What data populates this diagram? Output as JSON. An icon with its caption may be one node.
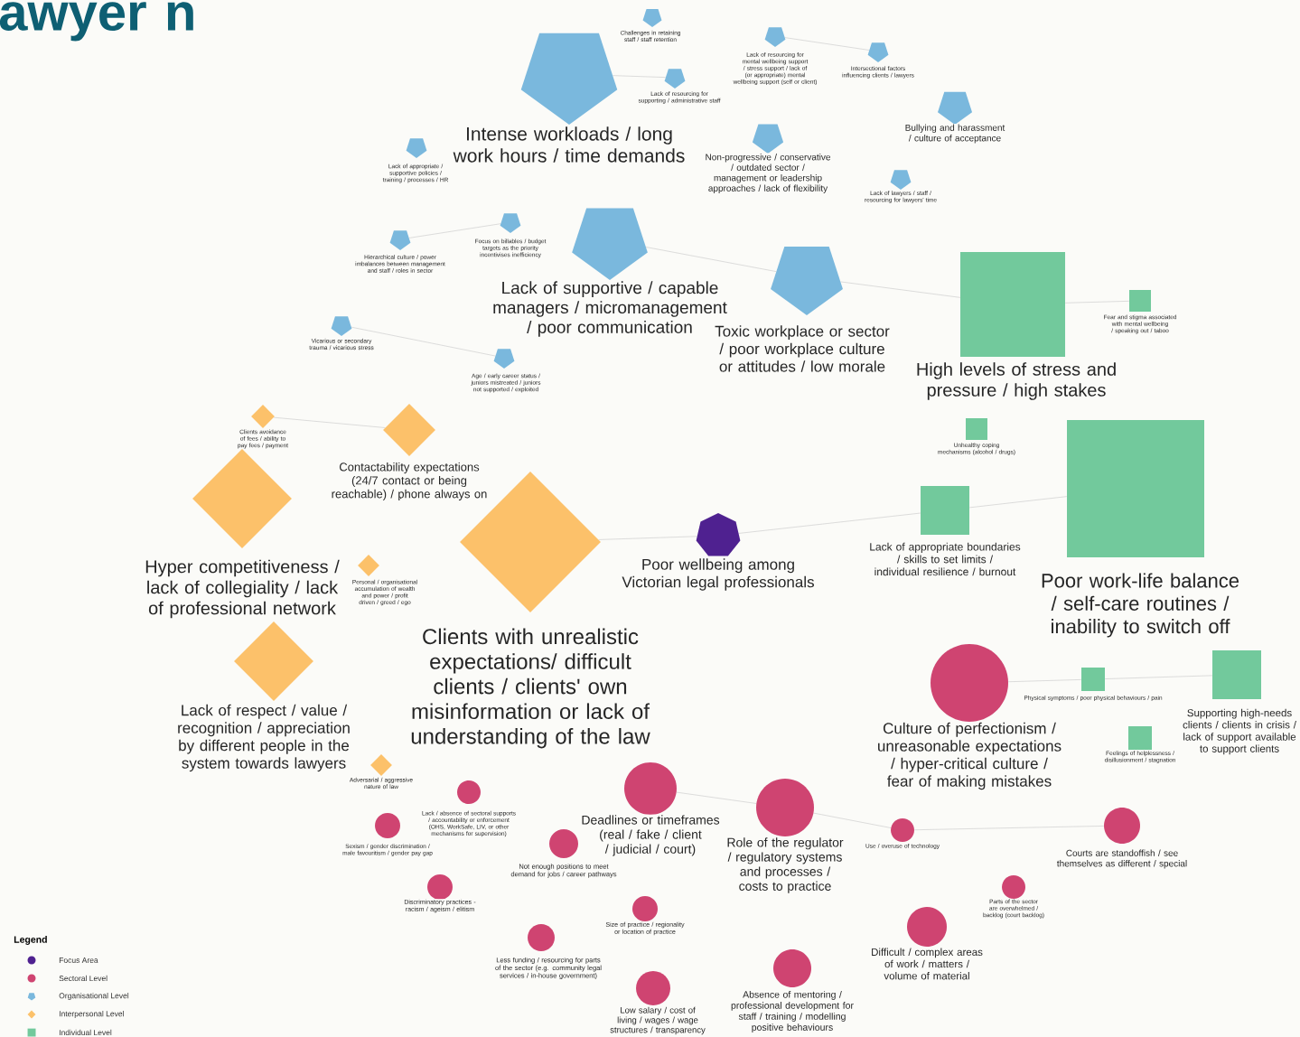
{
  "diagram": {
    "title": "awyer n",
    "nodes": [
      {
        "text": [
          "Challenges in retaining staff / staff retention"
        ]
      },
      {
        "text": [
          "Intense workloads / long work hours / time demands"
        ]
      },
      {
        "text": [
          "Lack of resourcing for supporting / administrative staff"
        ]
      },
      {
        "text": [
          "Lack of resourcing for mental wellbeing support / stress support / lack of (or appropriate) mental wellbeing support (self or client)"
        ]
      },
      {
        "text": [
          "Intersectional factors influencing clients / lawyers"
        ]
      },
      {
        "text": [
          "Bullying and harassment / culture of acceptance"
        ]
      },
      {
        "text": [
          "Lack of appropriate / supportive policies / training / processes / HR"
        ]
      },
      {
        "text": [
          "Non-progressive / conservative / outdated sector / management or leadership approaches / lack of flexibility"
        ]
      },
      {
        "text": [
          "Lack of lawyers / staff / resourcing for lawyers' time"
        ]
      },
      {
        "text": [
          "Focus on billables / budget targets as the priority incentivises inefficiency"
        ]
      },
      {
        "text": [
          "Hierarchical culture / power imbalances between management and staff / roles in sector"
        ]
      },
      {
        "text": [
          "Lack of supportive / capable managers / micromanagement / poor communication"
        ]
      },
      {
        "text": [
          "Toxic workplace or sector / poor workplace culture or attitudes / low morale"
        ]
      },
      {
        "text": [
          "Vicarious or secondary trauma / vicarious stress"
        ]
      },
      {
        "text": [
          "Age / early career status / juniors mistreated / juniors not supported / exploited"
        ]
      },
      {
        "text": [
          "High levels of stress and pressure / high stakes"
        ]
      },
      {
        "text": [
          "Fear and stigma associated with mental wellbeing / speaking out / taboo"
        ]
      },
      {
        "text": [
          "Unhealthy coping mechanisms (alcohol / drugs)"
        ]
      },
      {
        "text": [
          "Lack of appropriate boundaries / skills to set limits / individual resilience / burnout"
        ]
      },
      {
        "text": [
          "Poor work-life balance / self-care routines / inability to switch off"
        ]
      },
      {
        "text": [
          "Physical symptoms / poor physical behaviours / pain"
        ]
      },
      {
        "text": [
          "Supporting high-needs clients / clients in crisis / lack of support available to support clients"
        ]
      },
      {
        "text": [
          "Feelings of helplessness / disillusionment / stagnation"
        ]
      },
      {
        "text": [
          "Clients avoidance of fees / ability to pay fees / payment"
        ]
      },
      {
        "text": [
          "Contactability expectations (24/7 contact or being reachable) / phone always on"
        ]
      },
      {
        "text": [
          "Hyper competitiveness / lack of collegiality / lack of professional network"
        ]
      },
      {
        "text": [
          "Clients with unrealistic expectations/ difficult clients / clients' own misinformation or lack of understanding of the law"
        ]
      },
      {
        "text": [
          "Personal / organisational accumulation of wealth and power / profit driven / greed / ego"
        ]
      },
      {
        "text": [
          "Lack of respect / value / recognition / appreciation by different people in the system towards lawyers"
        ]
      },
      {
        "text": [
          "Adversarial / aggressive nature of law"
        ]
      },
      {
        "text": [
          "Poor wellbeing among Victorian legal professionals"
        ]
      },
      {
        "text": [
          "Culture of perfectionism / unreasonable expectations / hyper-critical culture / fear of making mistakes"
        ]
      },
      {
        "text": [
          "Lack / absence of sectoral supports / accountability or enforcement (OHS, WorkSafe, LIV, or other mechanisms for supervision)"
        ]
      },
      {
        "text": [
          "Deadlines or timeframes (real / fake / client / judicial / court)"
        ]
      },
      {
        "text": [
          "Role of the regulator / regulatory systems and processes / costs to practice"
        ]
      },
      {
        "text": [
          "Sexism / gender discrimination / male favouritism / gender pay gap"
        ]
      },
      {
        "text": [
          "Not enough positions to meet demand for jobs / career pathways"
        ]
      },
      {
        "text": [
          "Use / overuse of technology"
        ]
      },
      {
        "text": [
          "Courts are standoffish / see themselves as different / special"
        ]
      },
      {
        "text": [
          "Discriminatory practices - racism / ageism / elitism"
        ]
      },
      {
        "text": [
          "Parts of the sector are overwhelmed / backlog (court backlog)"
        ]
      },
      {
        "text": [
          "Size of practice / regionality or location of practice"
        ]
      },
      {
        "text": [
          "Difficult / complex areas of work / matters / volume of material"
        ]
      },
      {
        "text": [
          "Less funding / resourcing for parts of the sector (e.g. community legal services / in-house government)"
        ]
      },
      {
        "text": [
          "Absence of mentoring / professional development for staff / training / modelling positive behaviours"
        ]
      },
      {
        "text": [
          "Low salary / cost of living / wages / wage structures / transparency"
        ]
      }
    ],
    "edges": [
      {
        "from": 1,
        "to": 2,
        "arrow": "none"
      },
      {
        "from": 3,
        "to": 4,
        "arrow": "none"
      },
      {
        "from": 10,
        "to": 9,
        "arrow": "none"
      },
      {
        "from": 11,
        "to": 12,
        "arrow": "none"
      },
      {
        "from": 12,
        "to": 15,
        "arrow": "none"
      },
      {
        "from": 13,
        "to": 14,
        "arrow": "none"
      },
      {
        "from": 15,
        "to": 16,
        "arrow": "none"
      },
      {
        "from": 23,
        "to": 24,
        "arrow": "none"
      },
      {
        "from": 30,
        "to": 26,
        "arrow": "none"
      },
      {
        "from": 30,
        "to": 18,
        "arrow": "none"
      },
      {
        "from": 18,
        "to": 19,
        "arrow": "none"
      },
      {
        "from": 31,
        "to": 20,
        "arrow": "none"
      },
      {
        "from": 20,
        "to": 21,
        "arrow": "none"
      },
      {
        "from": 33,
        "to": 34,
        "arrow": "none"
      },
      {
        "from": 34,
        "to": 37,
        "arrow": "none"
      },
      {
        "from": 37,
        "to": 38,
        "arrow": "none"
      }
    ],
    "labels": [
      "Legend"
    ],
    "legend": [
      {
        "text": "Focus Area",
        "color": "#4f2190"
      },
      {
        "text": "Sectoral Level",
        "color": "#cf4471"
      },
      {
        "text": "Organisational Level",
        "color": "#7ab8dd"
      },
      {
        "text": "Interpersonal Level",
        "color": "#fcc16a"
      },
      {
        "text": "Individual Level",
        "color": "#72c99c"
      }
    ]
  }
}
